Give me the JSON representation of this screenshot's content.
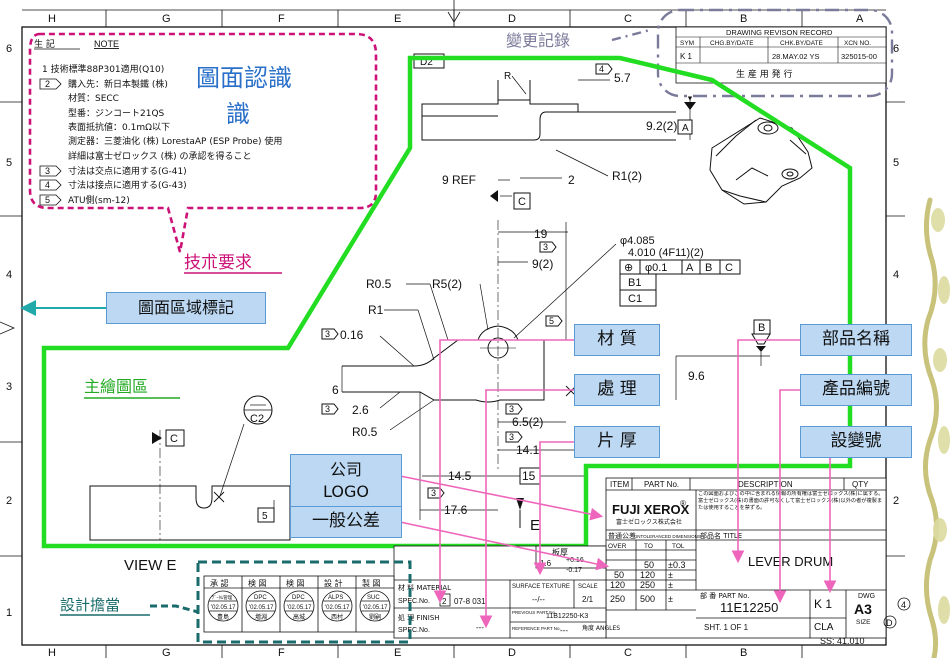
{
  "grid": {
    "top_cols": [
      "H",
      "G",
      "F",
      "E",
      "D",
      "C",
      "B",
      "A"
    ],
    "bottom_cols": [
      "H",
      "G",
      "F",
      "E",
      "D",
      "C",
      "B",
      "A"
    ],
    "rows": [
      "6",
      "5",
      "4",
      "3",
      "2",
      "1"
    ]
  },
  "notes": {
    "header": "生 記",
    "title": "NOTE",
    "items": [
      "1   技術標準88P301適用(Q10)",
      "購入先：新日本製鐵 (株)",
      "材質：SECC",
      "型番：ジンコート21QS",
      "表面抵抗値：0.1mΩ以下",
      "測定器：三菱油化 (株) LorestaAP (ESP Probe) 使用",
      "詳細は富士ゼロックス (株) の承認を得ること",
      "寸法は交点に適用する(G-41)",
      "寸法は接点に適用する(G-43)",
      "ATU側(sm-12)"
    ],
    "flags": [
      "2",
      "3",
      "4",
      "5"
    ]
  },
  "callouts": {
    "drawing_recognition": "圖面認識",
    "drawing_recognition_line2": "識",
    "tech_requirements": "技朮要求",
    "revision_record": "變更記錄",
    "zone_marker": "圖面區域標記",
    "main_view": "主繪圖區",
    "material": "材  質",
    "treatment": "處  理",
    "thickness": "片  厚",
    "part_name": "部品名稱",
    "part_number": "產品編號",
    "design_change": "設變號",
    "company_logo_1": "公司",
    "company_logo_2": "LOGO",
    "general_tolerance": "一般公差",
    "design_responsibility": "設計擔當"
  },
  "revision_table": {
    "title": "DRAWING REVISON RECORD",
    "headers": [
      "SYM",
      "CHG.BY/DATE",
      "CHK.BY/DATE",
      "XCN NO."
    ],
    "row": [
      "K 1",
      "",
      "28.MAY.02 YS",
      "325015-00"
    ],
    "note": "生 産 用 発 行"
  },
  "dimensions": {
    "d2": "D2",
    "r": "R",
    "d57": "5.7",
    "flag4": "4",
    "d92": "9.2(2)",
    "datumA": "A",
    "r1_2": "R1(2)",
    "ref9": "9 REF",
    "two": "2",
    "datumC": "C",
    "d19": "19",
    "d9_2": "9(2)",
    "flag3a": "3",
    "phi": "φ4.085",
    "phi2": "4.010 (4F11)(2)",
    "gdt1": "⊕",
    "gdt2": "φ0.1",
    "gdt3": "A",
    "gdt4": "B",
    "gdt5": "C",
    "b1": "B1",
    "c1": "C1",
    "r05": "R0.5",
    "r5_2": "R5(2)",
    "r1": "R1",
    "d016": "0.16",
    "d6": "6",
    "d26": "2.6",
    "r05b": "R0.5",
    "d65": "6.5(2)",
    "d141": "14.1",
    "d145": "14.5",
    "d15": "15",
    "d176": "17.6",
    "d96": "9.6",
    "datumB": "B",
    "flag5a": "5",
    "flag5b": "5",
    "c2": "C2",
    "datumC2": "C",
    "flag3b": "3",
    "flag3c": "3",
    "flag3d": "3",
    "flag3e": "3",
    "flag3f": "3",
    "view": "VIEW E",
    "e": "E"
  },
  "title_block": {
    "item": "ITEM",
    "part_no_h": "PART No.",
    "desc_h": "DESCRIPTION",
    "qty_h": "QTY",
    "company": "FUJI XEROX",
    "company_sub": "富士ゼロックス株式会社",
    "confidential": "この図面およびこの中に含まれる情報の所有権は富士ゼロックス(株)に属する。富士ゼロックス(株)の書面の許可なくして富士ゼロックス(株)以外の者が複製または使用することを禁ずる。",
    "tol_title": "普通公差",
    "tol_sub": "UNTOLERANCED DIMENSIONS",
    "part_name_label": "部品名 TITLE",
    "part_name": "LEVER DRUM",
    "thickness_h": "板厚",
    "over_h": "OVER",
    "to_h": "TO",
    "tol_h": "TOL",
    "thick_val": "1.6",
    "thick_tol": "+0.16",
    "thick_tol2": "-0.17",
    "tol_rows": [
      [
        "",
        "50",
        "±0.3"
      ],
      [
        "50",
        "120",
        "±"
      ],
      [
        "120",
        "250",
        "±"
      ],
      [
        "250",
        "500",
        "±"
      ]
    ],
    "material_label": "材 料 MATERIAL",
    "spec_no_label": "SPEC.No.",
    "spec_no": "2",
    "spec_no_val": "07-8 031",
    "finish_label": "処 理 FINISH",
    "spec_no_label2": "SPEC.No.",
    "finish_val": "---",
    "surface_label": "SURFACE TEXTURE",
    "scale_label": "SCALE",
    "surface_val": "--/--",
    "scale_val": "2/1",
    "prev_label": "PREVIOUS PART No.",
    "prev_val": "11B12250-K3",
    "ref_label": "REFERENCE PART No.",
    "ref_val": "---",
    "angle_label": "角度 ANGLES",
    "angle_val": "±",
    "part_no_label": "部 番 PART No.",
    "part_no": "11E12250",
    "rev": "K 1",
    "dwg_label": "DWG",
    "size": "A3",
    "size_label": "SIZE",
    "sht": "SHT. 1 OF 1",
    "cla": "CLA",
    "ss": "SS: 41.010",
    "four": "4",
    "d_mark": "D"
  },
  "approvals": {
    "headers": [
      "承 認",
      "検 図",
      "検 図",
      "設 計",
      "製 図"
    ],
    "stamps": [
      {
        "top": "ﾃﾞｰﾀﾑ管理",
        "date": "'02.05.17",
        "name": "豊島"
      },
      {
        "top": "DPC",
        "date": "'02.05.17",
        "name": "増淵"
      },
      {
        "top": "DPC",
        "date": "'02.05.17",
        "name": "高城"
      },
      {
        "top": "ALPS",
        "date": "'02.05.17",
        "name": "西村"
      },
      {
        "top": "SUC",
        "date": "'02.05.17",
        "name": "劉嗣"
      }
    ]
  },
  "colors": {
    "green": "#22dd22",
    "magenta": "#cc1177",
    "pink": "#ee66bb",
    "teal": "#1a6b6b",
    "cyan": "#22aaaa",
    "label_fill": "#bcd8f2",
    "label_border": "#5b9bd5",
    "revision_text": "#7a7a9a"
  }
}
